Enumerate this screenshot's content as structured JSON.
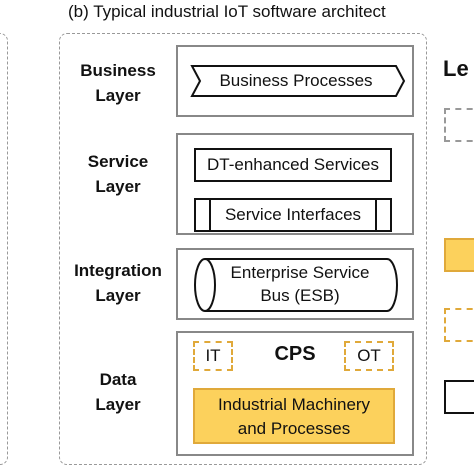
{
  "title": "(b) Typical industrial IoT software architect",
  "layers": {
    "business": {
      "line1": "Business",
      "line2": "Layer"
    },
    "service": {
      "line1": "Service",
      "line2": "Layer"
    },
    "integration": {
      "line1": "Integration",
      "line2": "Layer"
    },
    "data": {
      "line1": "Data",
      "line2": "Layer"
    }
  },
  "boxes": {
    "business_processes": "Business Processes",
    "dt_services": "DT-enhanced Services",
    "service_interfaces": "Service Interfaces",
    "esb_line1": "Enterprise Service",
    "esb_line2": "Bus (ESB)",
    "it": "IT",
    "cps": "CPS",
    "ot": "OT",
    "machinery_line1": "Industrial Machinery",
    "machinery_line2": "and Processes"
  },
  "legend": {
    "title": "Le"
  },
  "colors": {
    "accent_fill": "#fcd15c",
    "accent_border": "#e0a93a",
    "panel_border": "#888888",
    "dash": "#999999"
  }
}
